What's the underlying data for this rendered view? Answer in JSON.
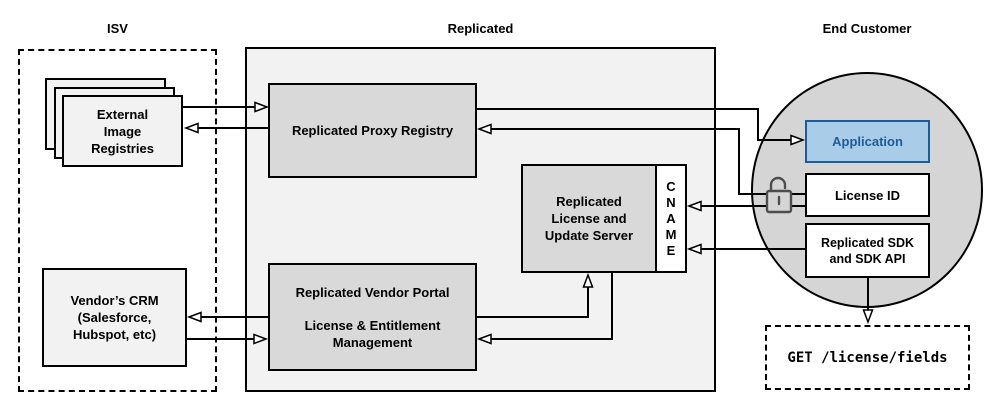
{
  "diagram": {
    "sections": {
      "isv": {
        "label": "ISV"
      },
      "replicated": {
        "label": "Replicated"
      },
      "end_customer": {
        "label": "End Customer"
      }
    },
    "nodes": {
      "external_registries": {
        "lines": [
          "External",
          "Image",
          "Registries"
        ]
      },
      "vendors_crm": {
        "lines": [
          "Vendor’s CRM",
          "(Salesforce,",
          "Hubspot, etc)"
        ]
      },
      "proxy_registry": {
        "label": "Replicated Proxy Registry"
      },
      "license_update_server": {
        "lines": [
          "Replicated",
          "License and",
          "Update Server"
        ]
      },
      "cname": {
        "letters": [
          "C",
          "N",
          "A",
          "M",
          "E"
        ]
      },
      "vendor_portal": {
        "title": "Replicated Vendor Portal",
        "subtitle_lines": [
          "License & Entitlement",
          "Management"
        ]
      },
      "application": {
        "label": "Application"
      },
      "license_id": {
        "label": "License ID"
      },
      "replicated_sdk": {
        "lines": [
          "Replicated SDK",
          "and SDK API"
        ]
      },
      "get_endpoint": {
        "label": "GET /license/fields"
      }
    },
    "icons": {
      "lock": "unlocked-padlock-icon"
    },
    "colors": {
      "box_gray": "#d9d9d9",
      "container_gray": "#f2f2f2",
      "light_box": "#f2f2f2",
      "circle_gray": "#d5d5d5",
      "app_fill": "#a9cce9",
      "app_stroke": "#1e5c97",
      "line": "#000000",
      "lock": "#4d4d4d"
    }
  }
}
